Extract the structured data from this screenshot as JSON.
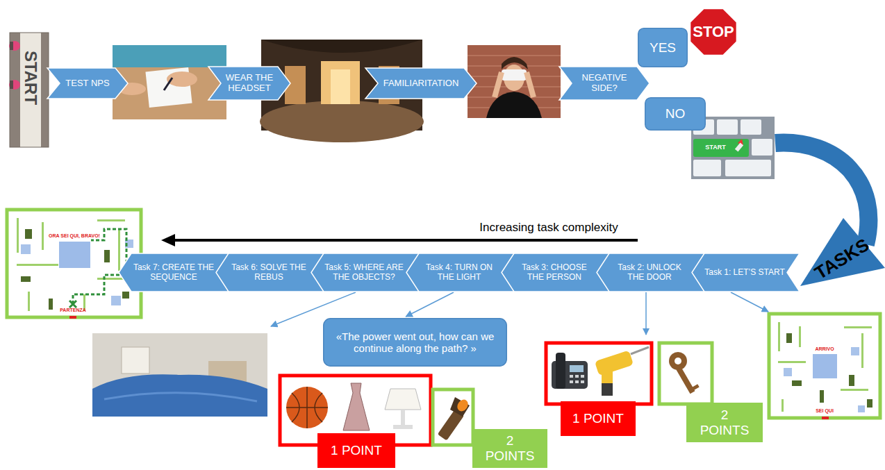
{
  "diagram": {
    "nodes": [
      {
        "text": [
          "TEST NPS"
        ]
      },
      {
        "text": [
          "WEAR THE HEADSET"
        ]
      },
      {
        "text": [
          "FAMILIARITATION"
        ]
      },
      {
        "text": [
          "NEGATIVE SIDE?"
        ]
      },
      {
        "text": [
          "YES"
        ]
      },
      {
        "text": [
          "NO"
        ]
      },
      {
        "text": [
          "Task 1: LET’S START"
        ]
      },
      {
        "text": [
          "Task 2: UNLOCK THE DOOR"
        ]
      },
      {
        "text": [
          "Task 3: CHOOSE THE PERSON"
        ]
      },
      {
        "text": [
          "Task 4: TURN ON THE LIGHT"
        ]
      },
      {
        "text": [
          "Task 5: WHERE ARE THE OBJECTS?"
        ]
      },
      {
        "text": [
          "Task 6: SOLVE THE REBUS"
        ]
      },
      {
        "text": [
          "Task 7: CREATE THE SEQUENCE"
        ]
      },
      {
        "text": [
          "«The power went out, how can we continue along the path? »"
        ]
      },
      {
        "text": [
          "1 POINT"
        ]
      },
      {
        "text": [
          "2 POINTS"
        ]
      },
      {
        "text": [
          "1 POINT"
        ]
      },
      {
        "text": [
          "2 POINTS"
        ]
      }
    ],
    "edges": [
      {
        "from": 9,
        "to": 13,
        "arrow": "to"
      }
    ],
    "labels": [
      "START",
      "STOP",
      "START",
      "TASKS",
      "Increasing task complexity",
      "ARRIVO",
      "SEI QUI",
      "ORA SEI QUI, BRAVO!",
      "PARTENZA"
    ]
  }
}
